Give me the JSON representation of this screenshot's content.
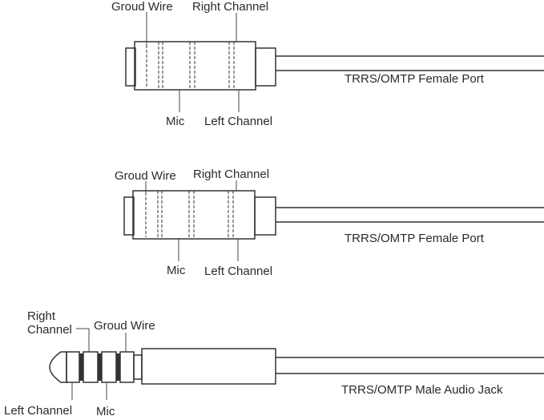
{
  "diagrams": [
    {
      "title": "",
      "caption": "TRRS/OMTP Female  Port",
      "labels": {
        "ground": "Groud Wire",
        "right": "Right Channel",
        "mic": "Mic",
        "left": "Left Channel"
      }
    },
    {
      "title": "",
      "caption": "TRRS/OMTP Female  Port",
      "labels": {
        "ground": "Groud Wire",
        "right": "Right Channel",
        "mic": "Mic",
        "left": "Left Channel"
      }
    },
    {
      "title": "",
      "caption": "TRRS/OMTP Male Audio Jack",
      "labels": {
        "right_line1": "Right",
        "right_line2": "Channel",
        "ground": "Groud Wire",
        "mic": "Mic",
        "left": "Left Channel"
      }
    }
  ],
  "colors": {
    "stroke": "#333333",
    "text": "#2a2a2a",
    "background": "#ffffff"
  }
}
